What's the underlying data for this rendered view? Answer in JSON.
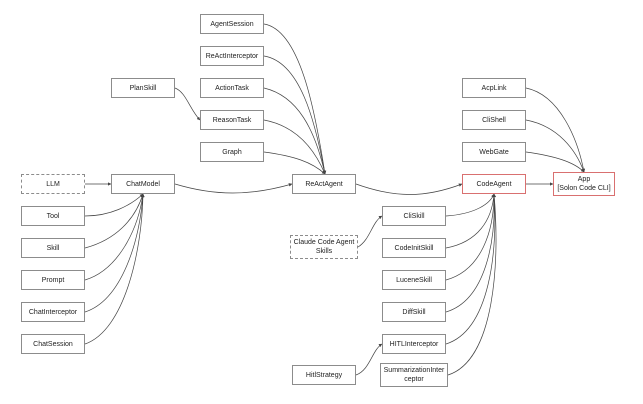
{
  "diagram": {
    "nodes": {
      "agent_session": "AgentSession",
      "react_interceptor": "ReActInterceptor",
      "action_task": "ActionTask",
      "reason_task": "ReasonTask",
      "graph": "Graph",
      "plan_skill": "PlanSkill",
      "react_agent": "ReActAgent",
      "llm": "LLM",
      "chat_model": "ChatModel",
      "tool": "Tool",
      "skill": "Skill",
      "prompt": "Prompt",
      "chat_interceptor": "ChatInterceptor",
      "chat_session": "ChatSession",
      "claude_code_agent_skills": "Claude Code Agent\nSkills",
      "hitl_strategy": "HitlStrategy",
      "cli_skill": "CliSkill",
      "code_init_skill": "CodeInitSkill",
      "lucene_skill": "LuceneSkill",
      "diff_skill": "DiffSkill",
      "hitl_interceptor": "HITLInterceptor",
      "summarization_interceptor": "SummarizationInter\nceptor",
      "code_agent": "CodeAgent",
      "acp_link": "AcpLink",
      "cli_shell": "CliShell",
      "web_gate": "WebGate",
      "app": "App\n[Solon Code CLI]"
    }
  }
}
